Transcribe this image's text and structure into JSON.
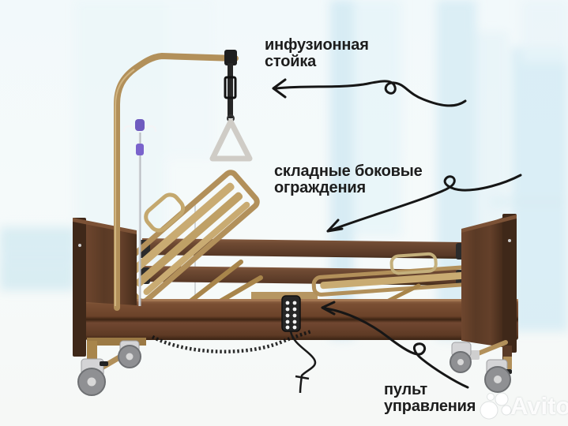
{
  "annotations": {
    "infusion_stand": {
      "line1": "инфузионная",
      "line2": "стойка"
    },
    "side_rails": {
      "line1": "складные боковые",
      "line2": "ограждения"
    },
    "control_remote": {
      "line1": "пульт",
      "line2": "управления"
    }
  },
  "watermark": {
    "brand": "Avito",
    "logo": "avito-paw-circles-icon"
  },
  "colors": {
    "annotation_text": "#1d1d1d",
    "arrow": "#161616",
    "wood_dark": "#3f2819",
    "wood_mid": "#6b452e",
    "wood_light": "#8a5d3f",
    "brass_frame": "#b2905a",
    "background_panel_blue": "#cfe9f3",
    "wheel_gray": "#8f9093",
    "iv_pole_purple": "#6f5bbf",
    "trapeze_gray": "#cfccc6",
    "watermark_white": "#ffffff"
  }
}
